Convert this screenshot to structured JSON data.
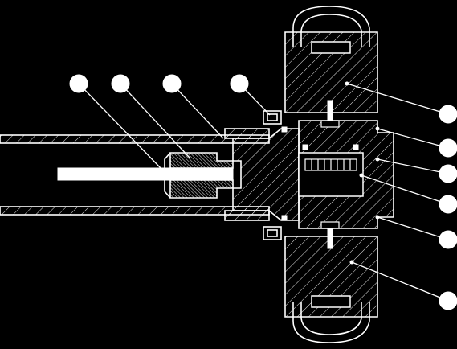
{
  "figure": {
    "background": "#000000",
    "line_color": "#ffffff",
    "callouts_left": [
      {
        "id": "callout-1",
        "label": ""
      },
      {
        "id": "callout-2",
        "label": ""
      },
      {
        "id": "callout-3",
        "label": ""
      },
      {
        "id": "callout-4",
        "label": ""
      }
    ],
    "callouts_right": [
      {
        "id": "callout-5",
        "label": ""
      },
      {
        "id": "callout-6",
        "label": ""
      },
      {
        "id": "callout-7",
        "label": ""
      },
      {
        "id": "callout-8",
        "label": ""
      },
      {
        "id": "callout-9",
        "label": ""
      },
      {
        "id": "callout-10",
        "label": ""
      }
    ]
  }
}
